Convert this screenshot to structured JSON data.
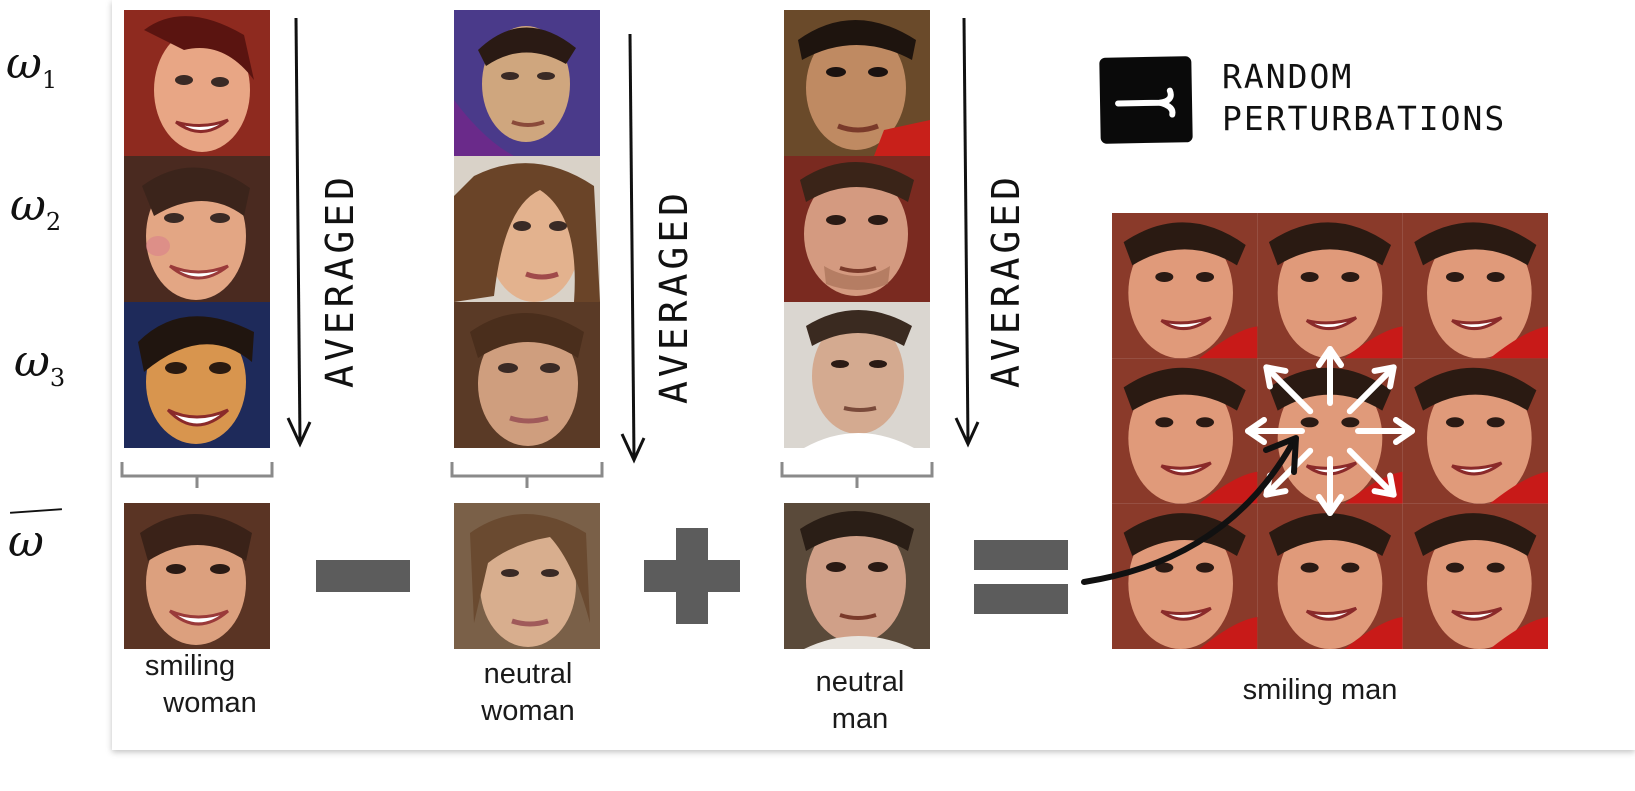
{
  "row_labels": {
    "w1": {
      "base": "ω",
      "sub": "1"
    },
    "w2": {
      "base": "ω",
      "sub": "2"
    },
    "w3": {
      "base": "ω",
      "sub": "3"
    },
    "mean": "ω"
  },
  "averaged_label": "AVERAGED",
  "columns": [
    {
      "caption_line1": "smiling",
      "caption_line2": "woman"
    },
    {
      "caption_line1": "neutral",
      "caption_line2": "woman"
    },
    {
      "caption_line1": "neutral",
      "caption_line2": "man"
    }
  ],
  "result_caption": "smiling man",
  "legend": {
    "line1": "RANDOM",
    "line2": "PERTURBATIONS"
  },
  "colors": {
    "operator": "#5c5c5c",
    "legend_box": "#0a0a0a",
    "arrow": "#111111",
    "perturb_arrow": "#ffffff"
  }
}
